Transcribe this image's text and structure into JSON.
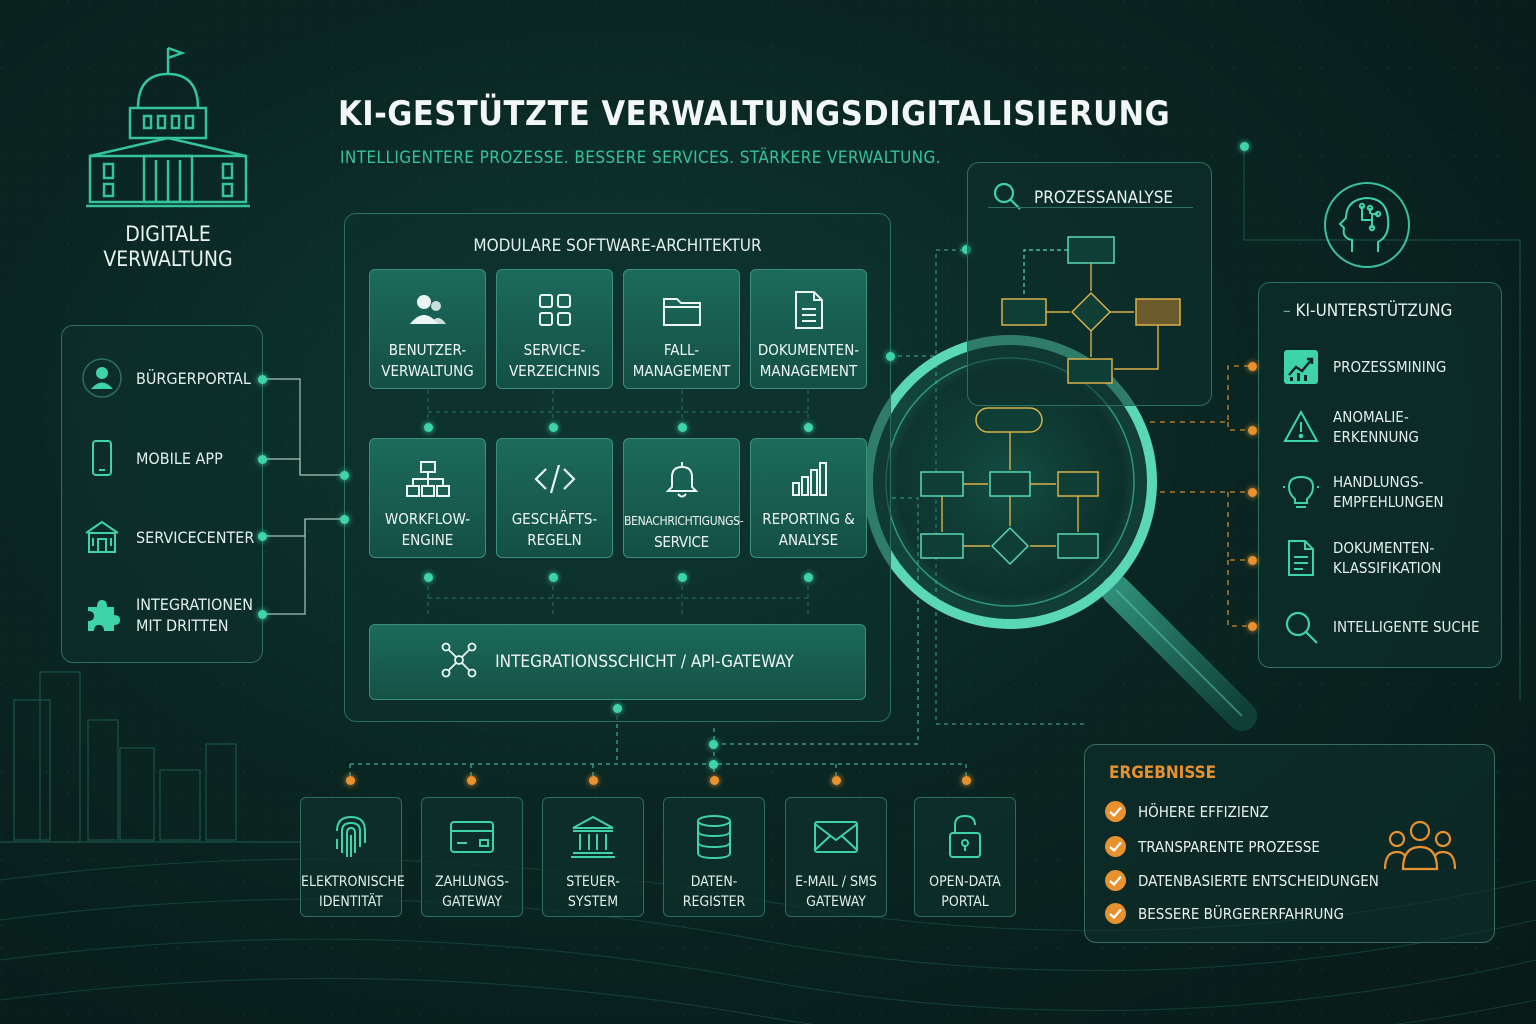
{
  "header": {
    "title": "KI-gestützte Verwaltungsdigitalisierung",
    "subtitle": "Intelligentere Prozesse. Bessere Services. Stärkere Verwaltung."
  },
  "brand": {
    "label_line1": "Digitale",
    "label_line2": "Verwaltung",
    "icon": "government-building-icon"
  },
  "channels": [
    {
      "label": "Bürgerportal",
      "icon": "user-icon"
    },
    {
      "label": "Mobile App",
      "icon": "smartphone-icon"
    },
    {
      "label": "Servicecenter",
      "icon": "service-building-icon"
    },
    {
      "label_line1": "Integrationen",
      "label_line2": "mit Dritten",
      "icon": "puzzle-icon"
    }
  ],
  "architecture": {
    "title": "Modulare Software-Architektur",
    "modules": [
      {
        "line1": "Benutzer-",
        "line2": "verwaltung",
        "icon": "users-icon"
      },
      {
        "line1": "Service-",
        "line2": "verzeichnis",
        "icon": "grid-icon"
      },
      {
        "line1": "Fall-",
        "line2": "management",
        "icon": "folder-icon"
      },
      {
        "line1": "Dokumenten-",
        "line2": "management",
        "icon": "document-icon"
      },
      {
        "line1": "Workflow-",
        "line2": "Engine",
        "icon": "hierarchy-icon"
      },
      {
        "line1": "Geschäfts-",
        "line2": "regeln",
        "icon": "code-icon"
      },
      {
        "line1": "Benachrichtigungs-",
        "line2": "service",
        "icon": "bell-icon"
      },
      {
        "line1": "Reporting &",
        "line2": "Analyse",
        "icon": "bar-chart-icon"
      }
    ],
    "gateway": {
      "label": "Integrationsschicht / API-Gateway",
      "icon": "network-icon"
    }
  },
  "base_services": [
    {
      "line1": "Elektronische",
      "line2": "Identität",
      "icon": "fingerprint-icon"
    },
    {
      "line1": "Zahlungs-",
      "line2": "gateway",
      "icon": "credit-card-icon"
    },
    {
      "line1": "Steuer-",
      "line2": "system",
      "icon": "institution-icon"
    },
    {
      "line1": "Daten-",
      "line2": "register",
      "icon": "database-icon"
    },
    {
      "line1": "E-Mail / SMS",
      "line2": "Gateway",
      "icon": "envelope-icon"
    },
    {
      "line1": "Open-Data",
      "line2": "Portal",
      "icon": "lock-icon"
    }
  ],
  "process_analysis": {
    "title": "Prozessanalyse",
    "icon": "search-icon"
  },
  "ai_support": {
    "title": "KI-Unterstützung",
    "icon": "ai-brain-icon",
    "items": [
      {
        "line1": "Prozessmining",
        "line2": "",
        "icon": "line-chart-icon"
      },
      {
        "line1": "Anomalie-",
        "line2": "erkennung",
        "icon": "warning-icon"
      },
      {
        "line1": "Handlungs-",
        "line2": "empfehlungen",
        "icon": "lightbulb-icon"
      },
      {
        "line1": "Dokumenten-",
        "line2": "klassifikation",
        "icon": "document-icon"
      },
      {
        "line1": "Intelligente Suche",
        "line2": "",
        "icon": "search-icon"
      }
    ]
  },
  "results": {
    "title": "Ergebnisse",
    "icon": "people-group-icon",
    "items": [
      "Höhere Effizienz",
      "Transparente Prozesse",
      "Datenbasierte Entscheidungen",
      "Bessere Bürgererfahrung"
    ]
  },
  "colors": {
    "accent": "#34c39b",
    "orange": "#e8912f",
    "flow_yellow": "#d9b04a",
    "background": "#0a2622"
  }
}
